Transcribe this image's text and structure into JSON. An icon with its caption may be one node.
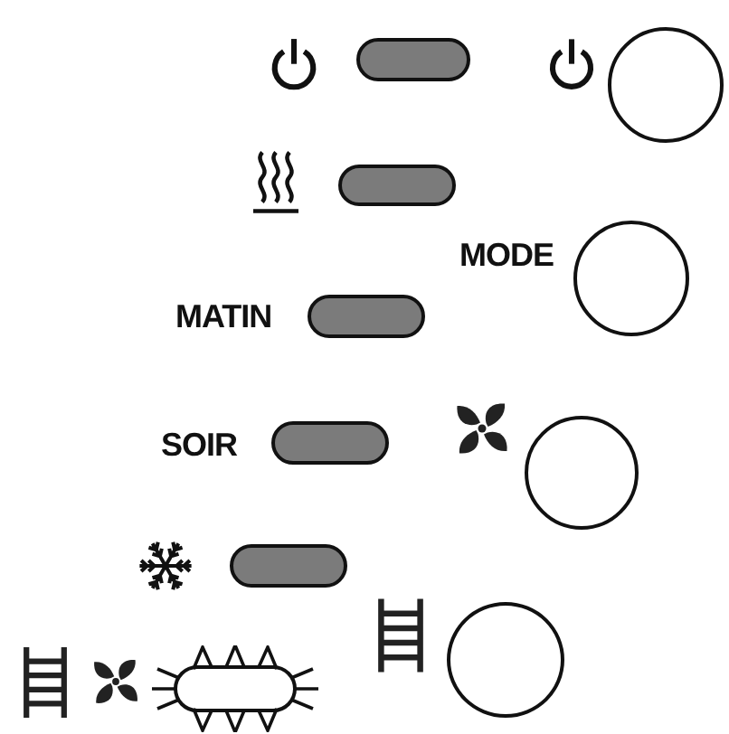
{
  "diagram": {
    "nodes": [
      {
        "text": [],
        "shape": "bar"
      },
      {
        "text": [],
        "shape": "circle"
      },
      {
        "text": [],
        "shape": "bar"
      },
      {
        "text": [],
        "shape": "circle",
        "beside": [
          "MODE"
        ]
      },
      {
        "text": [],
        "shape": "bar",
        "beside": [
          "MATIN"
        ]
      },
      {
        "text": [],
        "shape": "bar",
        "beside": [
          "SOIR"
        ]
      },
      {
        "text": [],
        "shape": "circle"
      },
      {
        "text": [],
        "shape": "bar"
      },
      {
        "text": [],
        "shape": "circle"
      },
      {
        "text": [],
        "shape": "bar"
      }
    ]
  }
}
